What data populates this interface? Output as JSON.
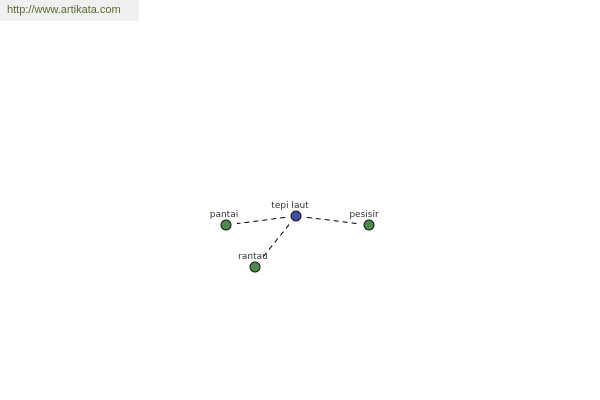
{
  "source": {
    "url_text": "http://www.artikata.com",
    "text_color": "#556b2f"
  },
  "graph": {
    "center": {
      "id": "center",
      "label": "tepi laut",
      "color": "#4a4aa8"
    },
    "nodes": [
      {
        "id": "pantai",
        "label": "pantai",
        "color": "#4e8a4e"
      },
      {
        "id": "pesisir",
        "label": "pesisir",
        "color": "#4e8a4e"
      },
      {
        "id": "rantau",
        "label": "rantau",
        "color": "#4e8a4e"
      }
    ],
    "edges": [
      {
        "from": "center",
        "to": "pantai"
      },
      {
        "from": "center",
        "to": "pesisir"
      },
      {
        "from": "center",
        "to": "rantau"
      }
    ],
    "edge_style": "dashed",
    "label_color": "#333333",
    "node_stroke": "#1a1a1a"
  }
}
